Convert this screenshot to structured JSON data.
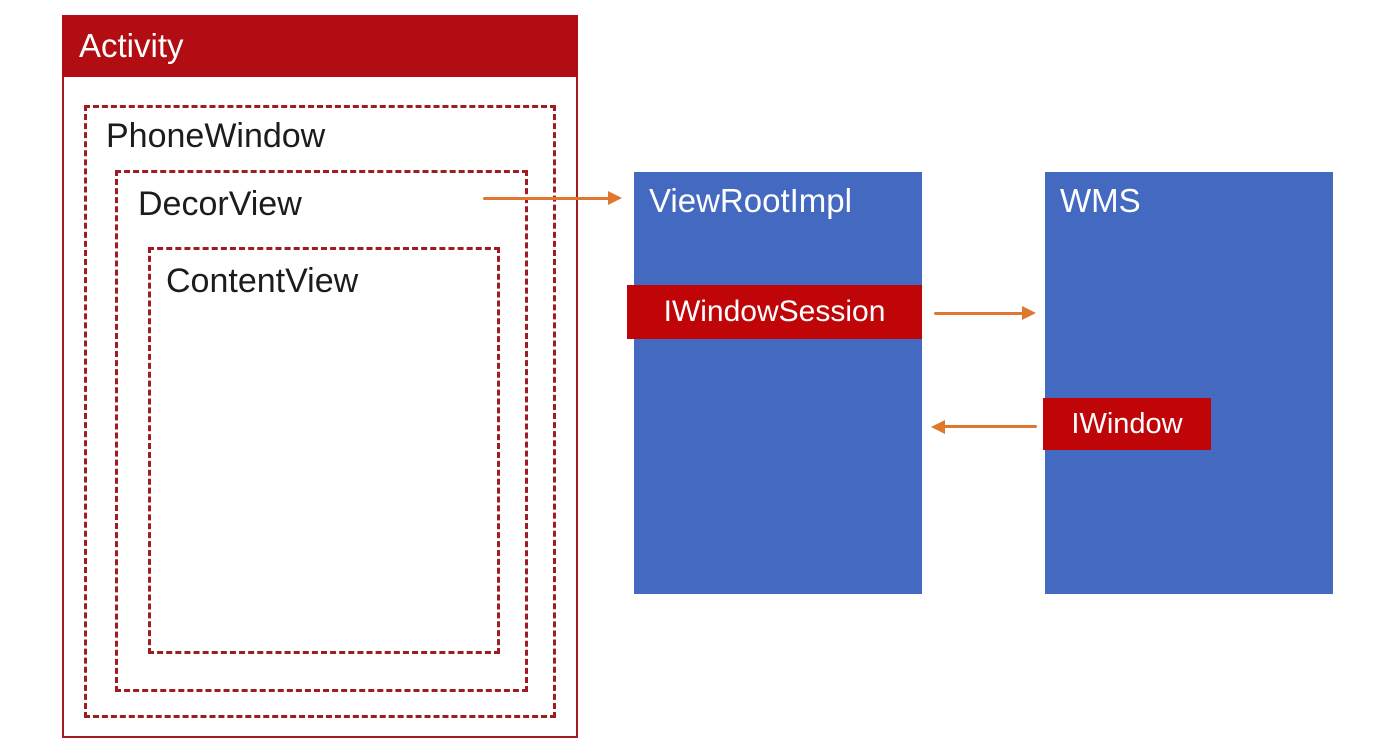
{
  "diagram": {
    "title_context": "Android window hierarchy diagram",
    "colors": {
      "background": "#ffffff",
      "activity_header_red": "#b20d12",
      "band_red": "#c00508",
      "border_red": "#9e1c22",
      "box_blue": "#4469c1",
      "arrow_orange": "#e0772f",
      "label_black": "#1c1c1c",
      "label_white": "#ffffff"
    },
    "activity": {
      "title": "Activity"
    },
    "phone_window": {
      "label": "PhoneWindow"
    },
    "decor_view": {
      "label": "DecorView"
    },
    "content_view": {
      "label": "ContentView"
    },
    "view_root_impl": {
      "title": "ViewRootImpl",
      "band_label": "IWindowSession"
    },
    "wms": {
      "title": "WMS",
      "band_label": "IWindow"
    },
    "arrows": [
      {
        "name": "decorview-to-viewrootimpl",
        "from": "DecorView",
        "to": "ViewRootImpl",
        "direction": "right"
      },
      {
        "name": "iwindowsession-to-wms",
        "from": "IWindowSession",
        "to": "WMS",
        "direction": "right"
      },
      {
        "name": "iwindow-to-viewrootimpl",
        "from": "IWindow",
        "to": "ViewRootImpl",
        "direction": "left"
      }
    ]
  }
}
